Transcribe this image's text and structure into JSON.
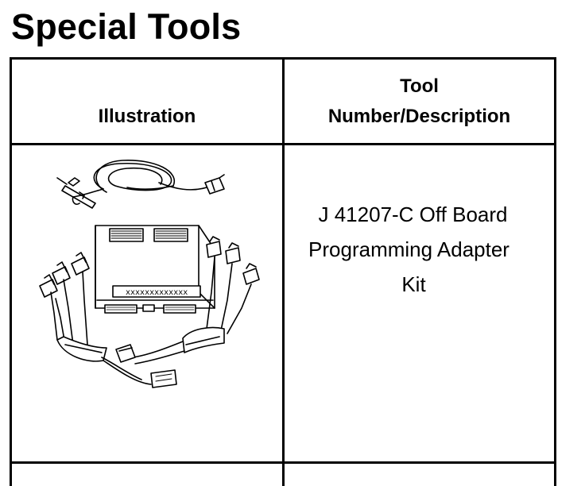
{
  "page": {
    "title": "Special Tools"
  },
  "table": {
    "headers": {
      "illustration": "Illustration",
      "tool_line1": "Tool",
      "tool_line2": "Number/Description"
    },
    "rows": [
      {
        "illustration_icon": "programming-adapter-kit-illustration",
        "description_lines": [
          "J 41207-C Off Board",
          "Programming Adapter",
          "Kit"
        ],
        "device_label": "xxxxxxxxxxxxx"
      }
    ]
  }
}
